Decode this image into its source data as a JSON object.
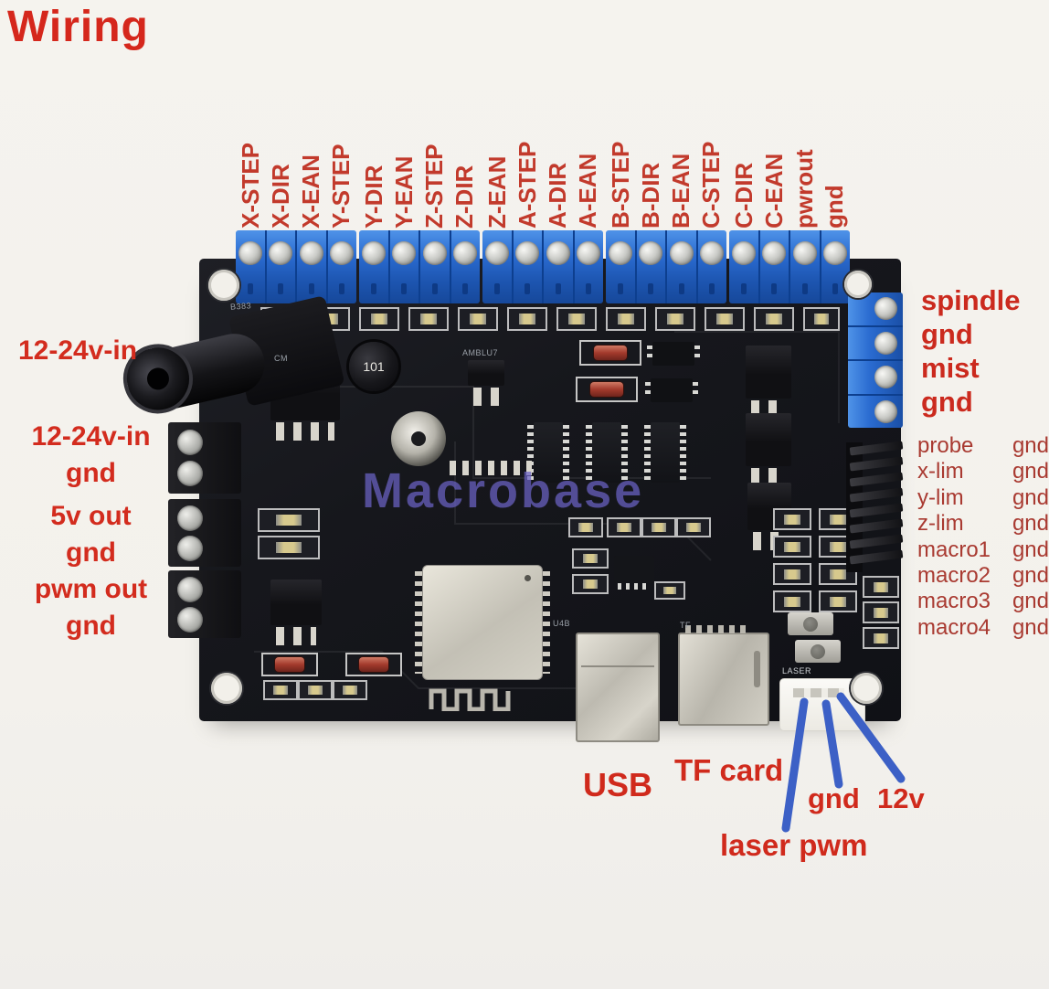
{
  "title": "Wiring",
  "colors": {
    "accent_red": "#d02b1d",
    "secondary_red": "#a93a31",
    "terminal_blue": "#2a6bd0",
    "board_black": "#15161a",
    "annotation_blue": "#3c60c6",
    "watermark_purple": "#6b63c6"
  },
  "top_pin_labels": [
    "X-STEP",
    "X-DIR",
    "X-EAN",
    "Y-STEP",
    "Y-DIR",
    "Y-EAN",
    "Z-STEP",
    "Z-DIR",
    "Z-EAN",
    "A-STEP",
    "A-DIR",
    "A-EAN",
    "B-STEP",
    "B-DIR",
    "B-EAN",
    "C-STEP",
    "C-DIR",
    "C-EAN",
    "pwrout",
    "gnd"
  ],
  "left_labels": {
    "power_in": "12-24v-in",
    "groups": [
      {
        "line1": "12-24v-in",
        "line2": "gnd"
      },
      {
        "line1": "5v out",
        "line2": "gnd"
      },
      {
        "line1": "pwm out",
        "line2": "gnd"
      }
    ]
  },
  "right_labels": {
    "primary": [
      "spindle",
      "gnd",
      "mist",
      "gnd"
    ],
    "secondary": [
      {
        "name": "probe",
        "pin": "gnd"
      },
      {
        "name": "x-lim",
        "pin": "gnd"
      },
      {
        "name": "y-lim",
        "pin": "gnd"
      },
      {
        "name": "z-lim",
        "pin": "gnd"
      },
      {
        "name": "macro1",
        "pin": "gnd"
      },
      {
        "name": "macro2",
        "pin": "gnd"
      },
      {
        "name": "macro3",
        "pin": "gnd"
      },
      {
        "name": "macro4",
        "pin": "gnd"
      }
    ]
  },
  "bottom_labels": {
    "usb": "USB",
    "tf_card": "TF card",
    "gnd": "gnd",
    "v12": "12v",
    "laser_pwm": "laser pwm"
  },
  "board": {
    "watermark": "Macrobase",
    "silkscreen": {
      "ref_b383": "B383",
      "ref_cm": "CM",
      "inductor": "101",
      "regulator": "AMBLU7",
      "usb_ref": "U4B",
      "tf_ref": "TF",
      "laser_ref": "LASER"
    }
  }
}
